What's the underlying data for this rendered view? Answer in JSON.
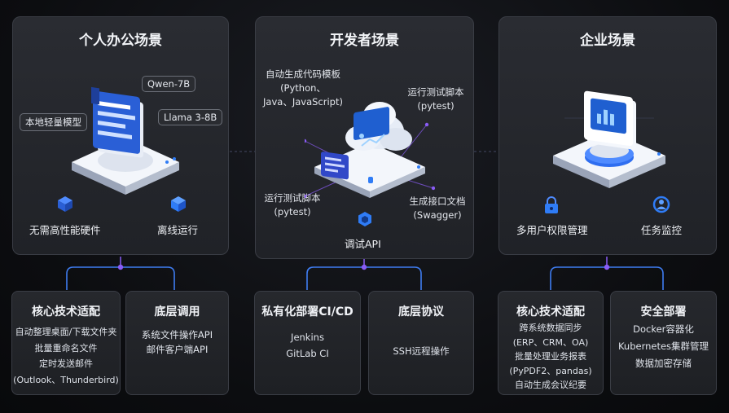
{
  "panels": {
    "personal": {
      "title": "个人办公场景",
      "chip_local": "本地轻量模型",
      "chip_qwen": "Qwen-7B",
      "chip_llama": "Llama 3-8B",
      "feature_left": "无需高性能硬件",
      "feature_right": "离线运行"
    },
    "developer": {
      "title": "开发者场景",
      "label_template": [
        "自动生成代码模板",
        "(Python、",
        "Java、JavaScript)"
      ],
      "label_test_top": [
        "运行测试脚本",
        "(pytest)"
      ],
      "label_test_bottom": [
        "运行测试脚本",
        "(pytest)"
      ],
      "label_docs": [
        "生成接口文档",
        "(Swagger)"
      ],
      "feature_bottom": "调试API"
    },
    "enterprise": {
      "title": "企业场景",
      "feature_left": "多用户权限管理",
      "feature_right": "任务监控"
    }
  },
  "boxes": {
    "personal_core": {
      "title": "核心技术适配",
      "lines": [
        "自动整理桌面/下载文件夹",
        "批量重命名文件",
        "定时发送邮件",
        "(Outlook、Thunderbird)"
      ]
    },
    "personal_base": {
      "title": "底层调用",
      "lines": [
        "系统文件操作API",
        "邮件客户端API"
      ]
    },
    "dev_ci": {
      "title": "私有化部署CI/CD",
      "lines": [
        "Jenkins",
        "GitLab CI"
      ]
    },
    "dev_proto": {
      "title": "底层协议",
      "lines": [
        "SSH远程操作"
      ]
    },
    "ent_core": {
      "title": "核心技术适配",
      "lines": [
        "跨系统数据同步",
        "(ERP、CRM、OA)",
        "批量处理业务报表",
        "(PyPDF2、pandas)",
        "自动生成会议纪要"
      ]
    },
    "ent_security": {
      "title": "安全部署",
      "lines": [
        "Docker容器化",
        "Kubernetes集群管理",
        "数据加密存储"
      ]
    }
  },
  "colors": {
    "accent_purple": "#8a5cf6",
    "accent_blue": "#2f7cf6",
    "connector": "#3f7df2"
  }
}
